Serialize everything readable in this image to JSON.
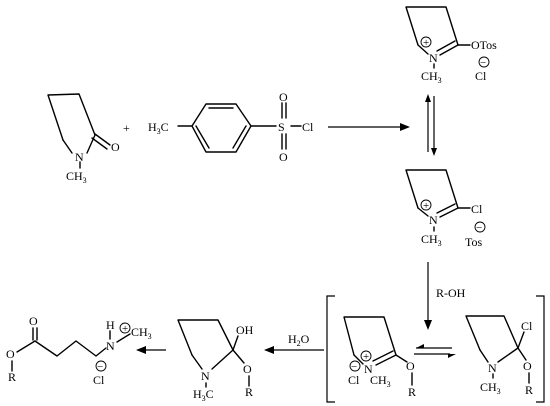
{
  "reactants": {
    "plus": "+",
    "nmp": {
      "n": "N",
      "o": "O",
      "methyl": "CH",
      "methyl_sub": "3"
    },
    "tscl": {
      "h3c_h": "H",
      "h3c_sub": "3",
      "h3c_c": "C",
      "s": "S",
      "o_top": "O",
      "o_bottom": "O",
      "cl": "Cl"
    }
  },
  "intermediate_otos": {
    "n": "N",
    "methyl": "CH",
    "methyl_sub": "3",
    "otos": "OTos",
    "counter_ion": "Cl",
    "plus": "+",
    "minus": "−"
  },
  "intermediate_cl": {
    "n": "N",
    "methyl": "CH",
    "methyl_sub": "3",
    "cl": "Cl",
    "counter_ion": "Tos",
    "plus": "+",
    "minus": "−"
  },
  "bracket_left": {
    "n": "N",
    "methyl": "CH",
    "methyl_sub": "3",
    "o": "O",
    "r": "R",
    "counter_ion": "Cl",
    "plus": "+",
    "minus": "−"
  },
  "bracket_right": {
    "n": "N",
    "methyl": "CH",
    "methyl_sub": "3",
    "o": "O",
    "r": "R",
    "cl": "Cl"
  },
  "hemiaminal": {
    "n": "N",
    "methyl_h": "H",
    "methyl_sub": "3",
    "methyl_c": "C",
    "oh": "OH",
    "o": "O",
    "r": "R"
  },
  "product": {
    "o_carbonyl": "O",
    "o_ester": "O",
    "r": "R",
    "n": "N",
    "h": "H",
    "methyl": "CH",
    "methyl_sub": "3",
    "counter_ion": "Cl",
    "plus": "+",
    "minus": "−"
  },
  "arrows": {
    "roh_reagent": "R-OH",
    "water_h": "H",
    "water_sub": "2",
    "water_o": "O"
  }
}
